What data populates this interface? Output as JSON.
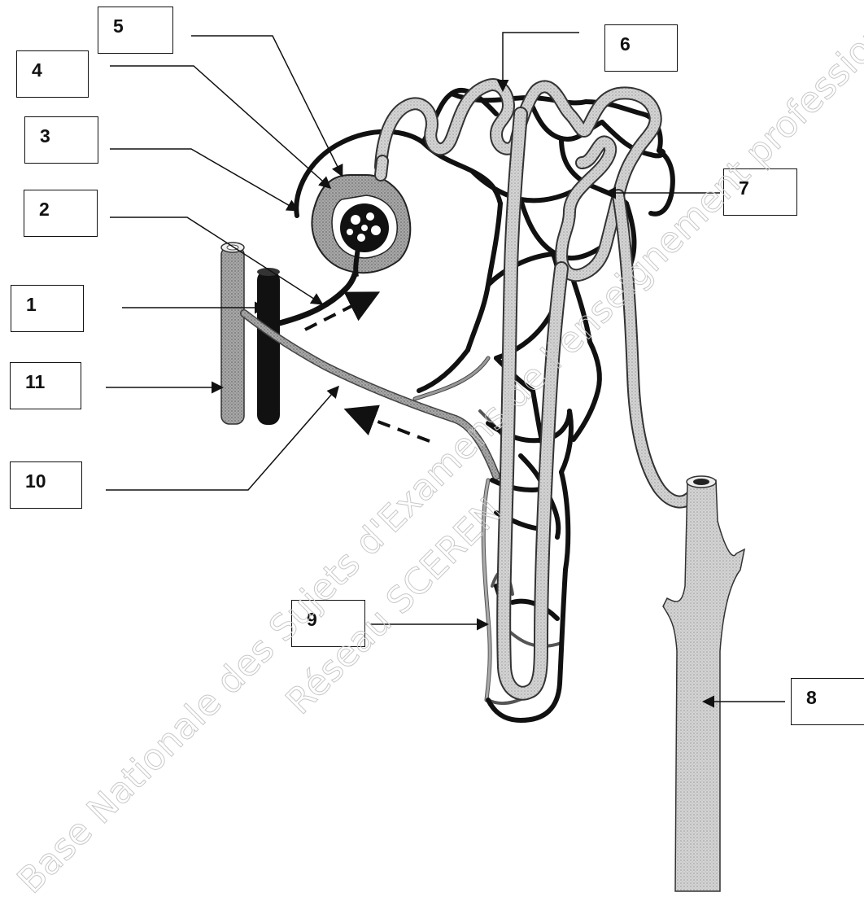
{
  "diagram": {
    "labels": [
      {
        "id": "1",
        "text": "1"
      },
      {
        "id": "2",
        "text": "2"
      },
      {
        "id": "3",
        "text": "3"
      },
      {
        "id": "4",
        "text": "4"
      },
      {
        "id": "5",
        "text": "5"
      },
      {
        "id": "6",
        "text": "6"
      },
      {
        "id": "7",
        "text": "7"
      },
      {
        "id": "8",
        "text": "8"
      },
      {
        "id": "9",
        "text": "9"
      },
      {
        "id": "10",
        "text": "10"
      },
      {
        "id": "11",
        "text": "11"
      }
    ]
  },
  "watermark": {
    "line1": "Base Nationale des Sujets d'Examens de l'enseignement professionnel",
    "line2": "Réseau SCEREN"
  },
  "colors": {
    "artery": "#111111",
    "tubule": "#cfcfcf",
    "vein": "#8d8d8d",
    "watermark": "#c8c8c8"
  }
}
